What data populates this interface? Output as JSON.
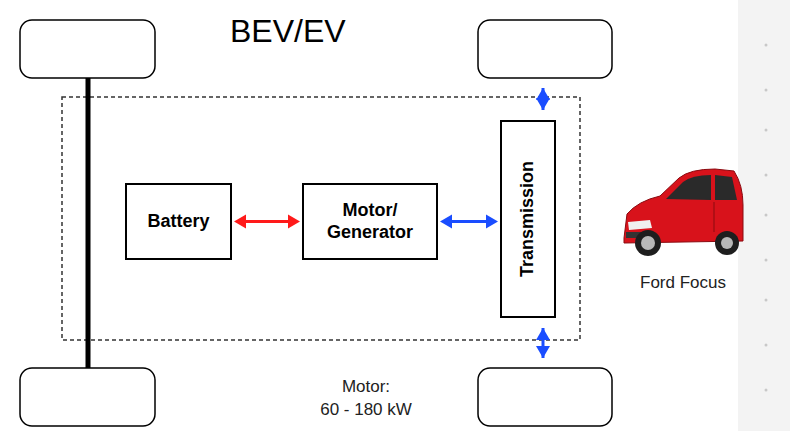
{
  "diagram": {
    "title": "BEV/EV",
    "nodes": [
      {
        "text": [
          "Battery"
        ]
      },
      {
        "text": [
          "Motor/ Generator"
        ]
      },
      {
        "text": [
          "Transmission"
        ]
      }
    ],
    "edges": [
      {
        "from": 0,
        "to": 1,
        "arrow": "both"
      },
      {
        "from": 1,
        "to": 2,
        "arrow": "both"
      }
    ],
    "labels": [
      "Ford Focus",
      "Motor:",
      "60 - 180 kW"
    ]
  }
}
